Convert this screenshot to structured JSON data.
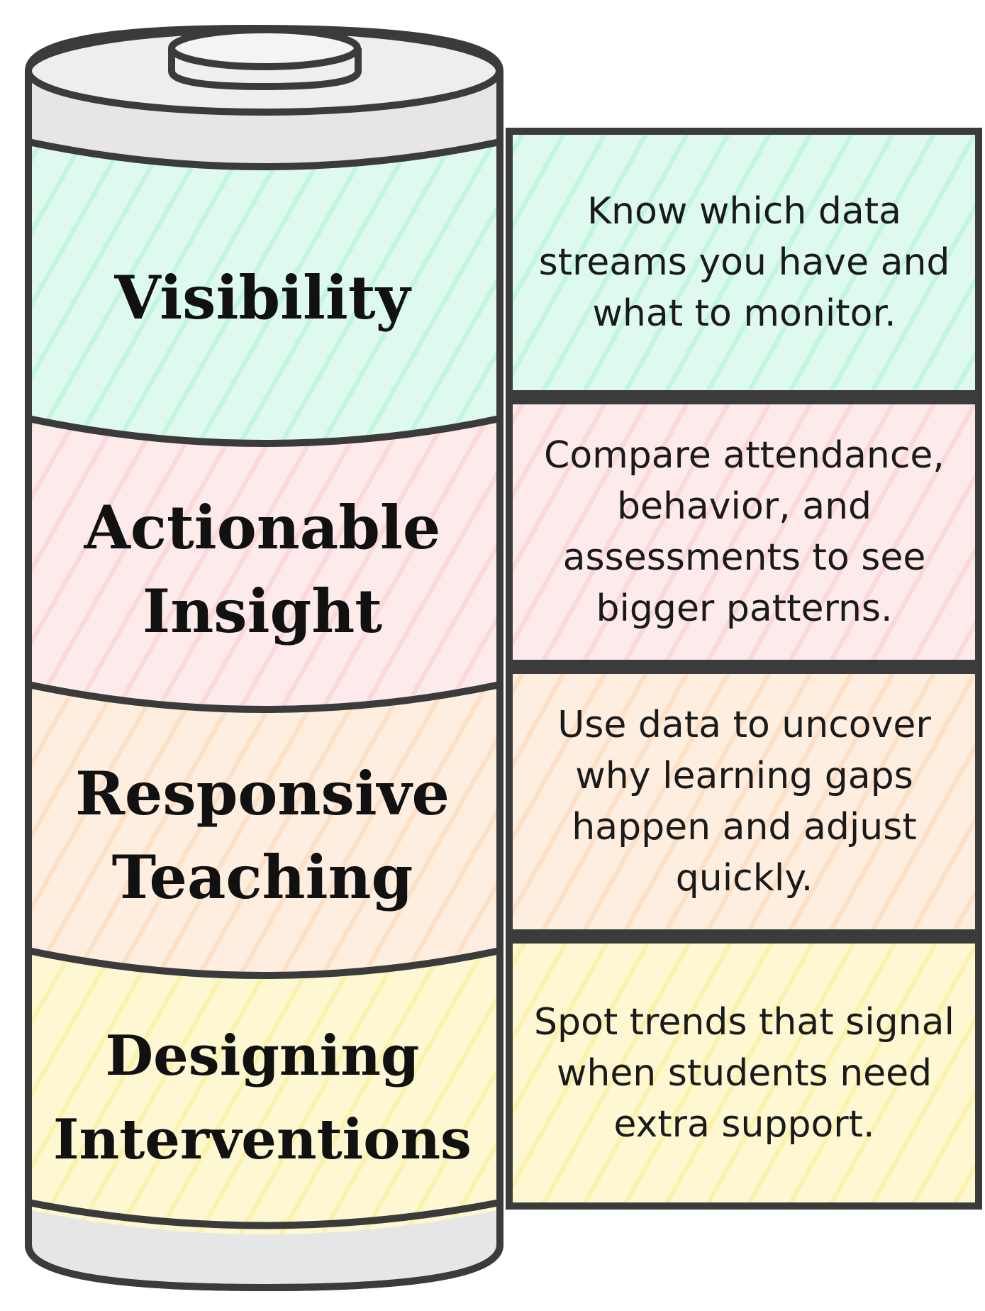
{
  "diagram": {
    "type": "battery-layered-framework",
    "colors": {
      "outline": "#3b3b3b",
      "battery_shell": "#e6e6e6",
      "cap": "#efefef"
    },
    "layers": [
      {
        "label": "Visibility",
        "description": "Know which data streams you have and what to monitor.",
        "color": "#c3f5e0",
        "stroke": "#a9eccf"
      },
      {
        "label": "Actionable Insight",
        "description": "Compare attendance, behavior, and assessments to see bigger patterns.",
        "color": "#fcd9d9",
        "stroke": "#f8c4c4"
      },
      {
        "label": "Responsive Teaching",
        "description": "Use data to uncover why learning gaps happen and adjust quickly.",
        "color": "#fde0c6",
        "stroke": "#f9cfae"
      },
      {
        "label": "Designing Interventions",
        "description": "Spot trends that signal when students need extra support.",
        "color": "#fbf3ad",
        "stroke": "#f6ea90"
      }
    ]
  }
}
